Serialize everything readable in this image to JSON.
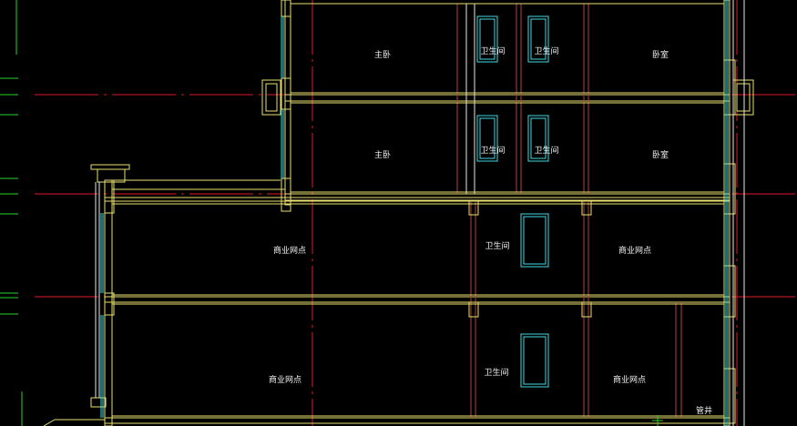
{
  "drawing": {
    "colors": {
      "background": "#000000",
      "wall": "#e8e070",
      "window_glass": "#3fd9e0",
      "axis_line": "#e0182a",
      "partition": "#b04040",
      "white_line": "#e8e8e8",
      "dim_tick": "#27d427"
    },
    "rooms": {
      "floor4_master_bedroom": "主卧",
      "floor4_bathroom_1": "卫生间",
      "floor4_bathroom_2": "卫生间",
      "floor4_bedroom": "卧室",
      "floor3_master_bedroom": "主卧",
      "floor3_bathroom_1": "卫生间",
      "floor3_bathroom_2": "卫生间",
      "floor3_bedroom": "卧室",
      "floor2_shop_left": "商业网点",
      "floor2_bathroom": "卫生间",
      "floor2_shop_right": "商业网点",
      "floor1_shop_left": "商业网点",
      "floor1_bathroom": "卫生间",
      "floor1_shop_right": "商业网点",
      "floor1_shaft": "管井"
    }
  }
}
